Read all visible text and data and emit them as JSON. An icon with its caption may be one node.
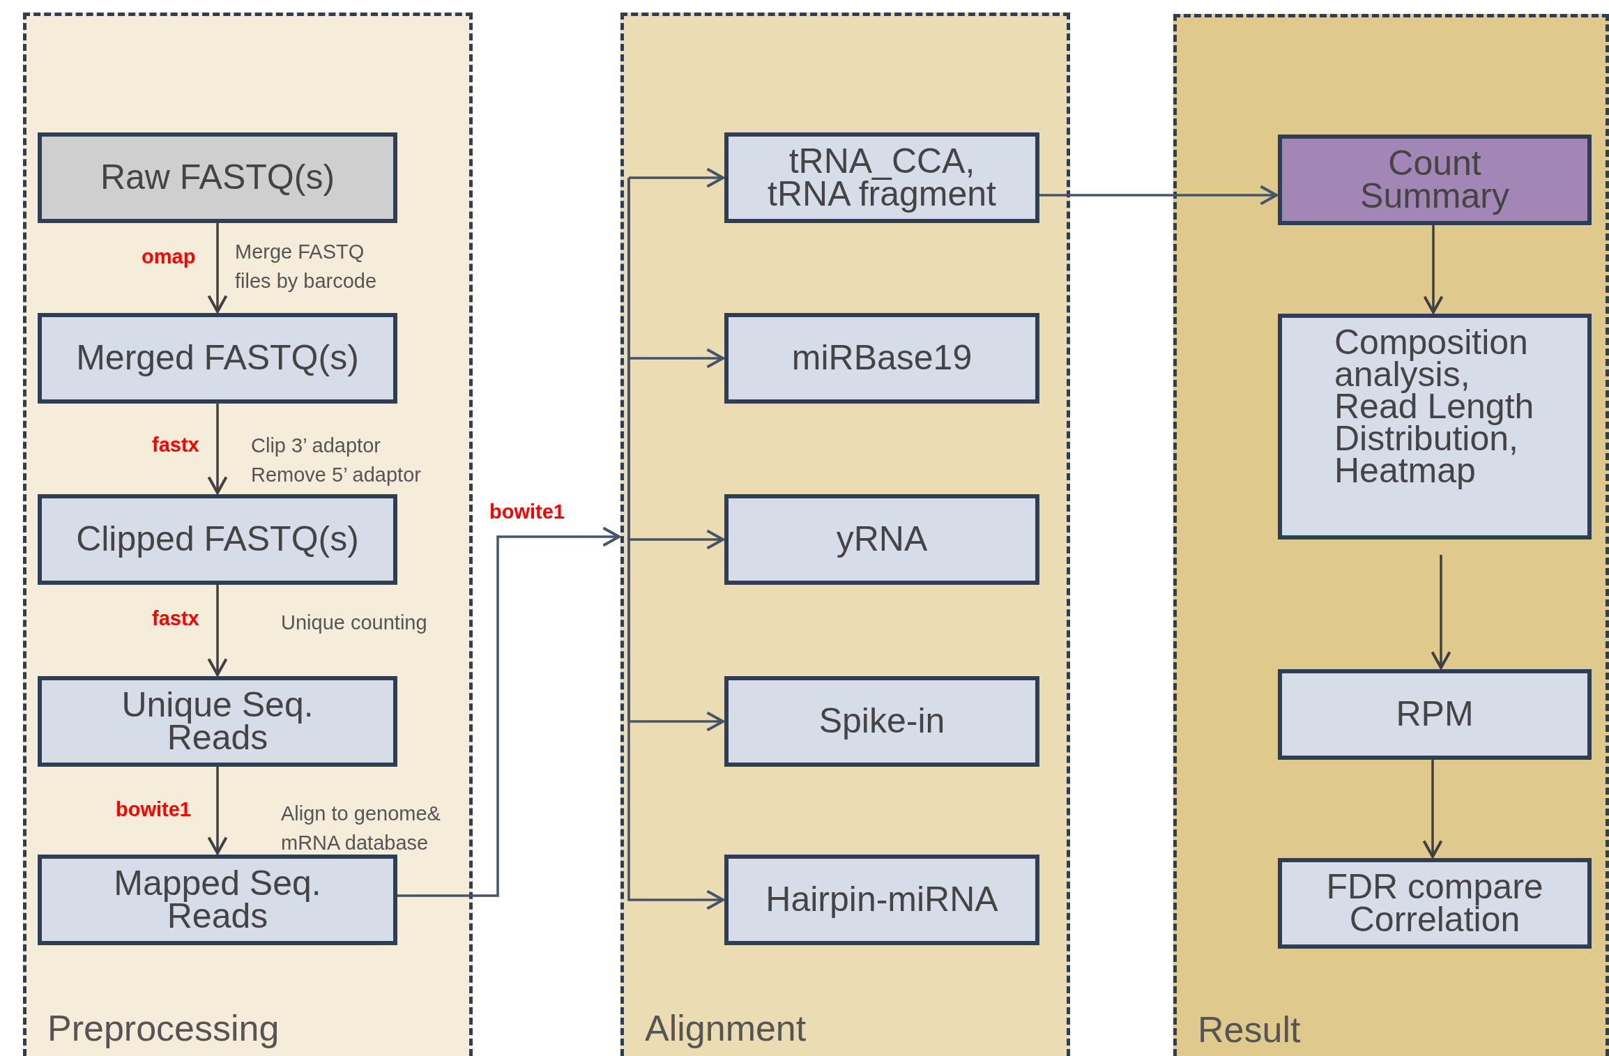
{
  "diagram": {
    "nodes": [
      {
        "text": [
          "Preprocessing"
        ]
      },
      {
        "text": [
          "Raw FASTQ(s)"
        ],
        "in": 0
      },
      {
        "text": [
          "Merged FASTQ(s)"
        ],
        "in": 0
      },
      {
        "text": [
          "Clipped FASTQ(s)"
        ],
        "in": 0
      },
      {
        "text": [
          "Unique Seq. Reads"
        ],
        "in": 0
      },
      {
        "text": [
          "Mapped Seq. Reads"
        ],
        "in": 0
      },
      {
        "text": [
          "Alignment"
        ]
      },
      {
        "text": [
          "tRNA_CCA, tRNA fragment"
        ],
        "in": 6
      },
      {
        "text": [
          "miRBase19"
        ],
        "in": 6
      },
      {
        "text": [
          "yRNA"
        ],
        "in": 6
      },
      {
        "text": [
          "Spike-in"
        ],
        "in": 6
      },
      {
        "text": [
          "Hairpin-miRNA"
        ],
        "in": 6
      },
      {
        "text": [
          "Result"
        ]
      },
      {
        "text": [
          "Count Summary"
        ],
        "in": 12
      },
      {
        "text": [
          "Composition analysis, Read Length Distribution, Heatmap"
        ],
        "in": 12
      },
      {
        "text": [
          "RPM"
        ],
        "in": 12
      },
      {
        "text": [
          "FDR compare Correlation"
        ],
        "in": 12
      }
    ],
    "edges": [
      {
        "from": 1,
        "to": 2,
        "arrow": "to",
        "label": "omap"
      },
      {
        "from": 2,
        "to": 3,
        "arrow": "to",
        "label": "fastx"
      },
      {
        "from": 3,
        "to": 4,
        "arrow": "to",
        "label": "fastx"
      },
      {
        "from": 4,
        "to": 5,
        "arrow": "to",
        "label": "bowite1"
      },
      {
        "from": 5,
        "to": 6,
        "arrow": "to",
        "label": "bowite1",
        "color": "#44546a"
      },
      {
        "from": null,
        "to": 7,
        "arrow": "to",
        "color": "#44546a"
      },
      {
        "from": null,
        "to": 8,
        "arrow": "to",
        "color": "#44546a"
      },
      {
        "from": null,
        "to": 9,
        "arrow": "to",
        "color": "#44546a"
      },
      {
        "from": null,
        "to": 10,
        "arrow": "to",
        "color": "#44546a"
      },
      {
        "from": null,
        "to": 11,
        "arrow": "to",
        "color": "#44546a"
      },
      {
        "from": 7,
        "to": 13,
        "arrow": "to",
        "color": "#44546a"
      },
      {
        "from": 13,
        "to": 14,
        "arrow": "to"
      },
      {
        "from": 14,
        "to": 15,
        "arrow": "to"
      },
      {
        "from": 15,
        "to": 16,
        "arrow": "to"
      }
    ],
    "labels": [
      "Merge FASTQ files by barcode",
      "Clip 3’ adaptor Remove 5’ adaptor",
      "Unique counting",
      "Align to genome& mRNA database"
    ]
  }
}
